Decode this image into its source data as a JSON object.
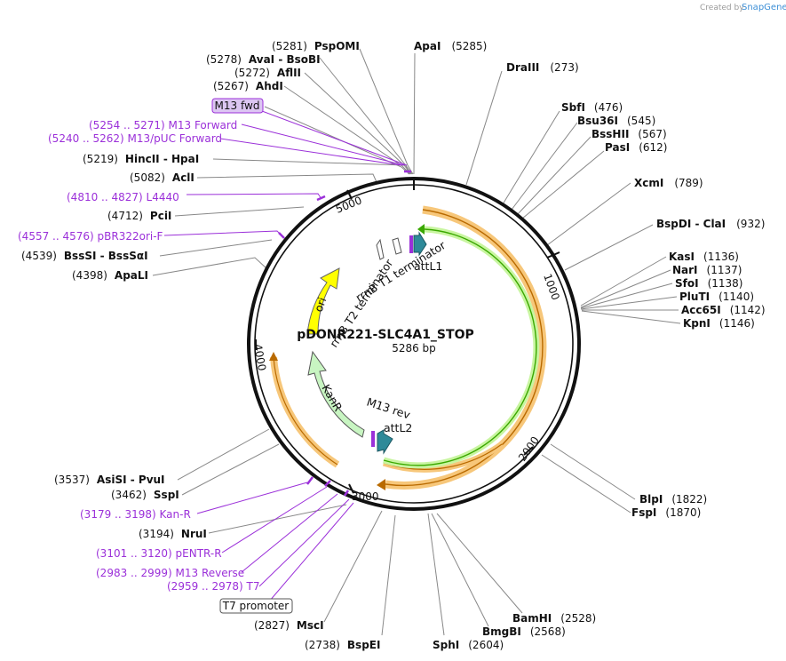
{
  "credit": {
    "created_by": "Created by",
    "brand": "SnapGene"
  },
  "plasmid": {
    "name": "pDONR221-SLC4A1_STOP",
    "length": "5286 bp",
    "length_bp": 5286
  },
  "ticks": [
    "1000",
    "2000",
    "3000",
    "4000",
    "5000"
  ],
  "enzymes": [
    {
      "name": "PspOMI",
      "pos": "(5281)"
    },
    {
      "name": "ApaI",
      "pos": "(5285)"
    },
    {
      "name": "AvaI  - BsoBI",
      "pos": "(5278)"
    },
    {
      "name": "AflII",
      "pos": "(5272)"
    },
    {
      "name": "AhdI",
      "pos": "(5267)"
    },
    {
      "name": "DraIII",
      "pos": "(273)"
    },
    {
      "name": "SbfI",
      "pos": "(476)"
    },
    {
      "name": "Bsu36I",
      "pos": "(545)"
    },
    {
      "name": "BssHII",
      "pos": "(567)"
    },
    {
      "name": "PasI",
      "pos": "(612)"
    },
    {
      "name": "XcmI",
      "pos": "(789)"
    },
    {
      "name": "BspDI  - ClaI",
      "pos": "(932)"
    },
    {
      "name": "KasI",
      "pos": "(1136)"
    },
    {
      "name": "NarI",
      "pos": "(1137)"
    },
    {
      "name": "SfoI",
      "pos": "(1138)"
    },
    {
      "name": "PluTI",
      "pos": "(1140)"
    },
    {
      "name": "Acc65I",
      "pos": "(1142)"
    },
    {
      "name": "KpnI",
      "pos": "(1146)"
    },
    {
      "name": "HincII  - HpaI",
      "pos": "(5219)"
    },
    {
      "name": "AclI",
      "pos": "(5082)"
    },
    {
      "name": "PciI",
      "pos": "(4712)"
    },
    {
      "name": "BssSI  - BssSαI",
      "pos": "(4539)"
    },
    {
      "name": "ApaLI",
      "pos": "(4398)"
    },
    {
      "name": "BlpI",
      "pos": "(1822)"
    },
    {
      "name": "FspI",
      "pos": "(1870)"
    },
    {
      "name": "AsiSI  - PvuI",
      "pos": "(3537)"
    },
    {
      "name": "SspI",
      "pos": "(3462)"
    },
    {
      "name": "NruI",
      "pos": "(3194)"
    },
    {
      "name": "MscI",
      "pos": "(2827)"
    },
    {
      "name": "BspEI",
      "pos": "(2738)"
    },
    {
      "name": "SphI",
      "pos": "(2604)"
    },
    {
      "name": "BmgBI",
      "pos": "(2568)"
    },
    {
      "name": "BamHI",
      "pos": "(2528)"
    }
  ],
  "primers": [
    {
      "label": "(5254 .. 5271)  M13 Forward"
    },
    {
      "label": "(5240 .. 5262)  M13/pUC Forward"
    },
    {
      "label": "(4810 .. 4827)  L4440"
    },
    {
      "label": "(4557 .. 4576)  pBR322ori-F"
    },
    {
      "label": "(3179 .. 3198)  Kan-R"
    },
    {
      "label": "(3101 .. 3120)  pENTR-R"
    },
    {
      "label": "(2983 .. 2999)  M13 Reverse"
    },
    {
      "label": "(2959 .. 2978)  T7"
    }
  ],
  "boxed_labels": {
    "m13_fwd": "M13 fwd",
    "t7_promoter": "T7 promoter"
  },
  "features": {
    "attL1": "attL1",
    "attL2": "attL2",
    "m13rev": "M13 rev",
    "rrnb_t1": "rrnB T1 terminator",
    "rrnb_t2": "rrnB T2 terminator",
    "ori": "ori",
    "kanr": "KanR"
  },
  "colors": {
    "backbone": "#111111",
    "ori": "#ffff00",
    "kanr": "#c8f5c2",
    "primer": "#9b30d9",
    "insert_orange": "#f7c77a",
    "insert_green": "#3aa800",
    "att": "#2e8a99",
    "line": "#888888"
  }
}
